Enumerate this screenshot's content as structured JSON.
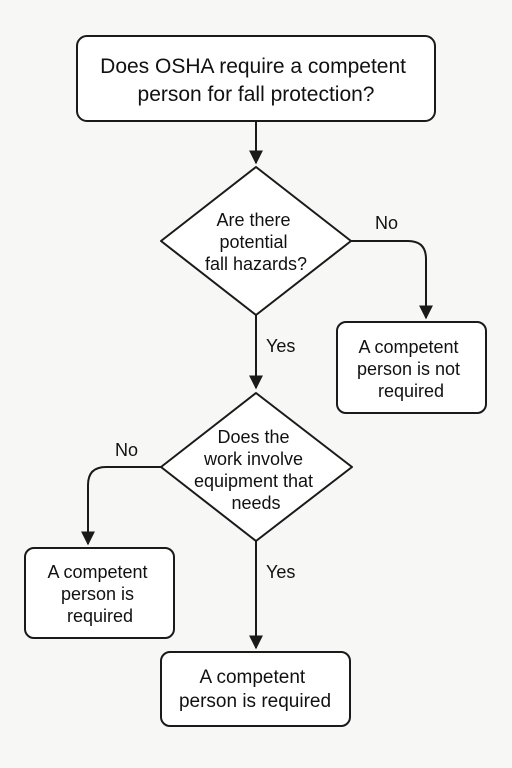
{
  "nodes": {
    "start": {
      "lines": [
        "Does OSHA require a competent",
        "person for fall protection?"
      ]
    },
    "decision1": {
      "lines": [
        "Are there",
        "potential",
        "fall hazards?"
      ]
    },
    "not_required": {
      "lines": [
        "A competent",
        "person is not",
        "required"
      ]
    },
    "decision2": {
      "lines": [
        "Does the",
        "work involve",
        "equipment that",
        "needs"
      ]
    },
    "required_left": {
      "lines": [
        "A competent",
        "person is",
        "required"
      ]
    },
    "required_bottom": {
      "lines": [
        "A competent",
        "person is required"
      ]
    }
  },
  "edges": {
    "d1_no": "No",
    "d1_yes": "Yes",
    "d2_no": "No",
    "d2_yes": "Yes"
  }
}
